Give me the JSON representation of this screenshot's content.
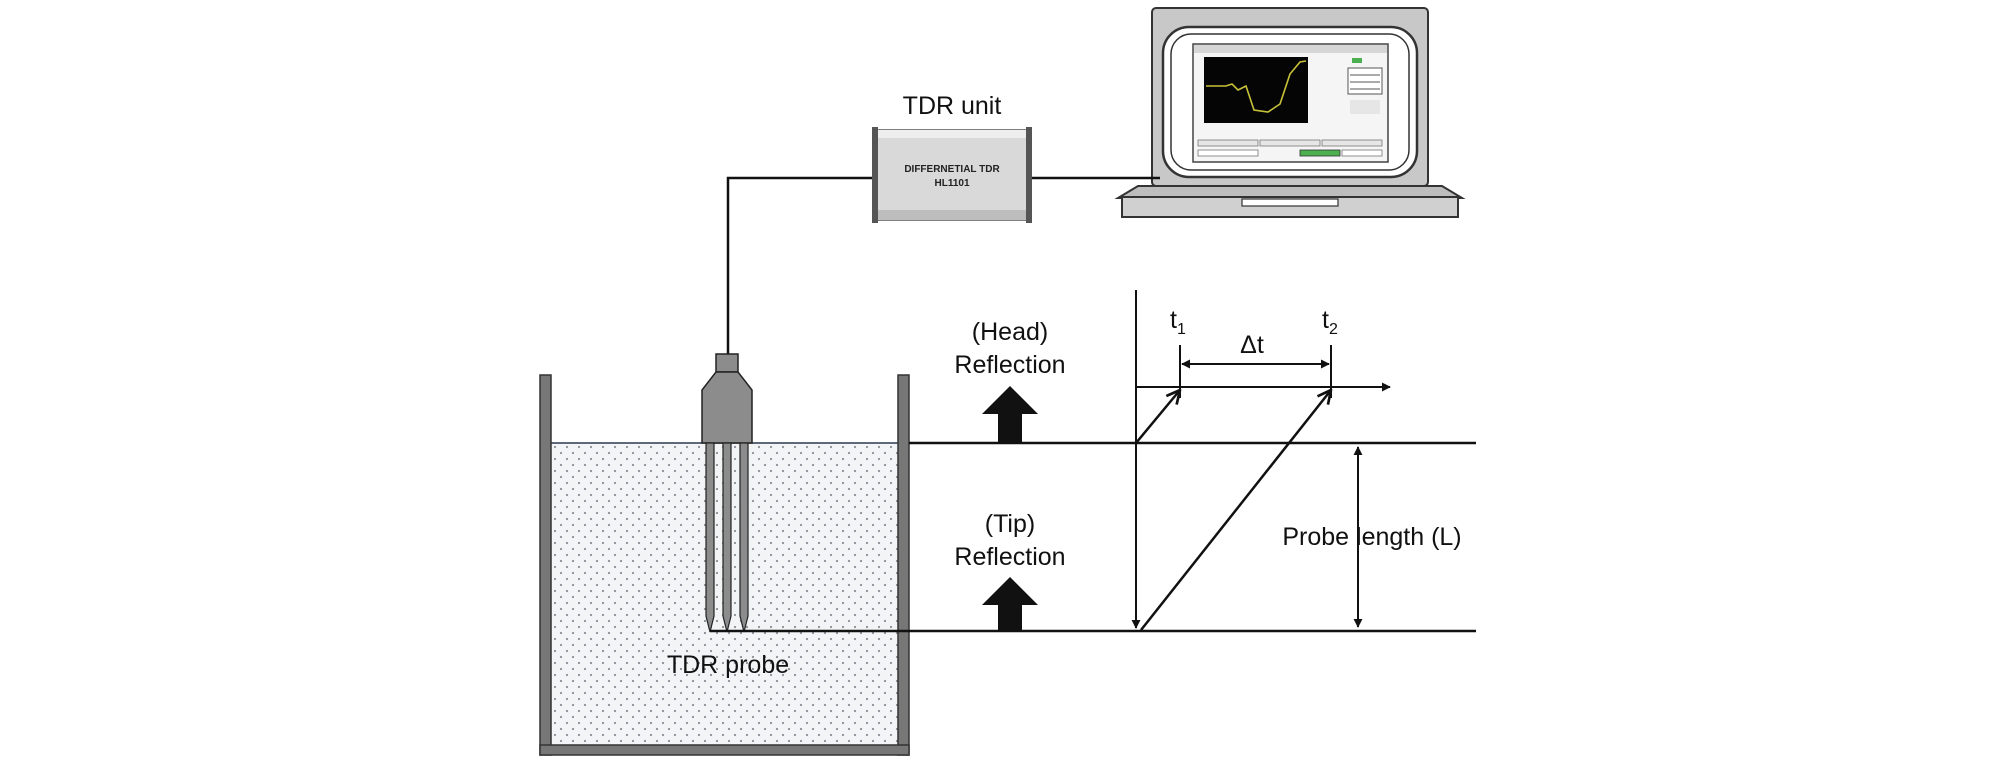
{
  "labels": {
    "tdr_unit": "TDR unit",
    "unit_box_line1": "DIFFERNETIAL TDR",
    "unit_box_line2": "HL1101",
    "head_line1": "(Head)",
    "head_line2": "Reflection",
    "tip_line1": "(Tip)",
    "tip_line2": "Reflection",
    "t1_base": "t",
    "t1_sub": "1",
    "t2_base": "t",
    "t2_sub": "2",
    "delta_t": "Δt",
    "probe_length": "Probe length (L)",
    "tdr_probe": "TDR probe"
  },
  "colors": {
    "line": "#111111",
    "soil_fill": "#f2f4f6",
    "soil_dots": "#8a8f96",
    "probe_gray": "#8c8c8c",
    "unit_box": "#d9d9d9",
    "laptop_gray": "#c8c8c8",
    "screen_black": "#050505",
    "waveform": "#c8c23a",
    "screen_ui": "#e6e6e6",
    "screen_green": "#4caf50"
  },
  "icons": {
    "laptop": "laptop-icon",
    "tdr_unit": "tdr-unit-box",
    "probe": "probe-icon",
    "head_arrow": "up-arrow-icon",
    "tip_arrow": "up-arrow-icon"
  }
}
